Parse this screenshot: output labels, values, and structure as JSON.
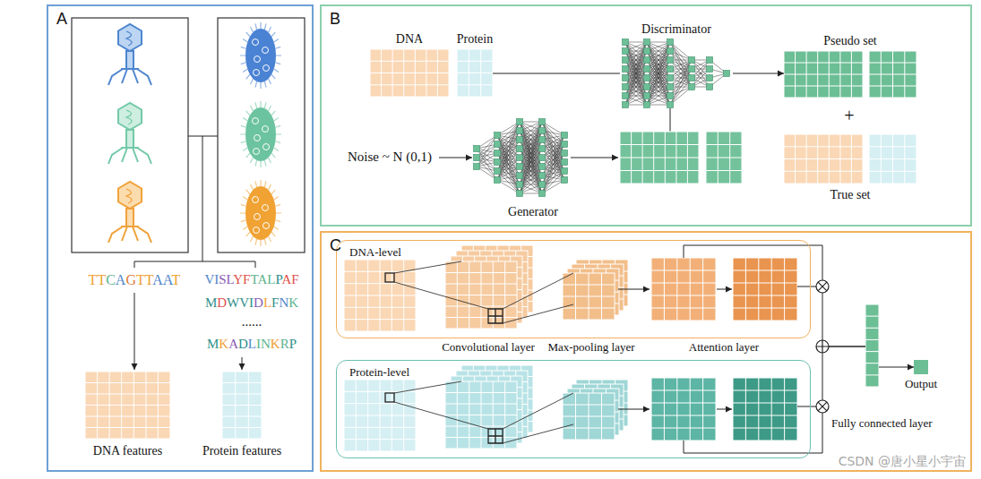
{
  "diagram": {
    "nodes": [
      {
        "text": [
          "A"
        ]
      },
      {
        "text": [
          "DNA features"
        ],
        "in": 0
      },
      {
        "text": [
          "Protein features"
        ],
        "in": 0
      },
      {
        "text": [
          "B"
        ]
      },
      {
        "text": [
          "DNA"
        ],
        "in": 3
      },
      {
        "text": [
          "Protein"
        ],
        "in": 3
      },
      {
        "text": [
          "Discriminator"
        ],
        "in": 3
      },
      {
        "text": [
          "Pseudo set"
        ],
        "in": 3
      },
      {
        "text": [
          "True set"
        ],
        "in": 3
      },
      {
        "text": [
          "Generator"
        ],
        "in": 3
      },
      {
        "text": [
          "C"
        ]
      },
      {
        "text": [
          "DNA-level"
        ],
        "in": 10
      },
      {
        "text": [
          "Protein-level"
        ],
        "in": 10
      },
      {
        "text": [
          "Fully connected layer"
        ],
        "in": 10
      },
      {
        "text": [
          "Output"
        ],
        "in": 10
      }
    ],
    "edges": [
      {
        "from": 5,
        "to": 6,
        "arrow": "none"
      },
      {
        "from": 6,
        "to": 7,
        "arrow": "to"
      },
      {
        "from": 11,
        "to": 13,
        "arrow": "none"
      },
      {
        "from": 12,
        "to": 13,
        "arrow": "none"
      },
      {
        "from": 13,
        "to": 14,
        "arrow": "to"
      }
    ],
    "labels": [
      "TTCAGTTAAT",
      "VISLYFTALPAF",
      "MDWVIDLFNK",
      "......",
      "MKADLINKRP",
      "Noise ~ N (0,1)",
      "+",
      "Convolutional layer",
      "Max-pooling layer",
      "Attention layer",
      "CSDN @唐小星小宇宙"
    ]
  }
}
